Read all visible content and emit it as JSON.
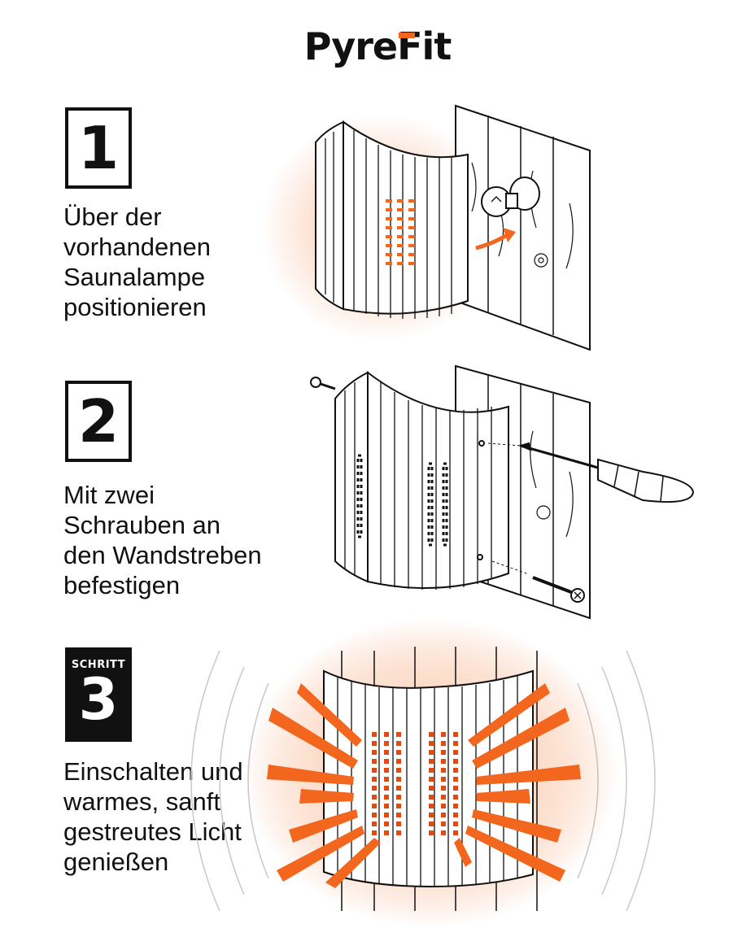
{
  "brand": {
    "name_part1": "Pyre",
    "name_part2": "Fit",
    "accent_color": "#f2661d"
  },
  "steps": [
    {
      "number": "1",
      "text": "Über der\nvorhandenen\nSaunalampe\npositionieren"
    },
    {
      "number": "2",
      "text": "Mit zwei\nSchrauben an\nden Wandstreben\nbefestigen"
    },
    {
      "tag": "SCHRITT",
      "number": "3",
      "text": "Einschalten und\nwarmes, sanft\ngestreutes Licht\ngenießen"
    }
  ]
}
